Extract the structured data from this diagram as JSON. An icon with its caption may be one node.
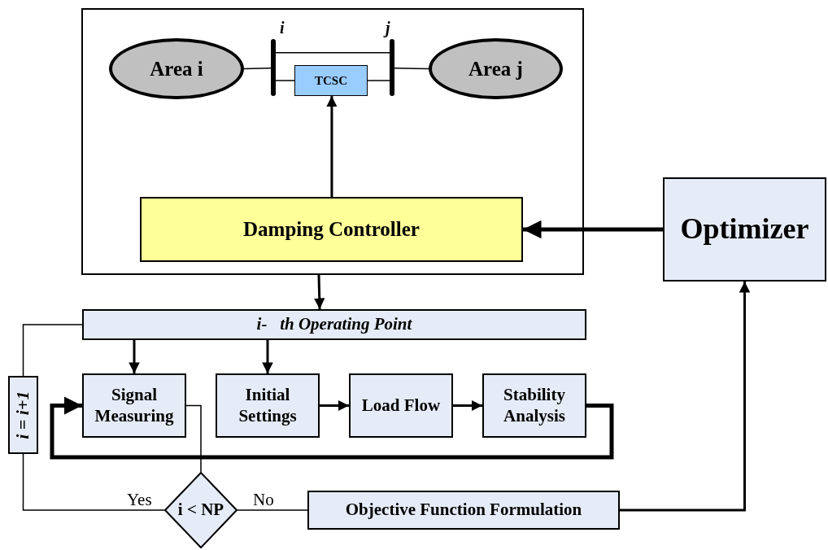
{
  "diagram": {
    "nodes": [
      {
        "text": [],
        "shape": "box"
      },
      {
        "text": [
          "Area i"
        ],
        "in": 0
      },
      {
        "text": [],
        "shape": "bar",
        "beside": [
          "i"
        ],
        "in": 0
      },
      {
        "text": [
          "TCSC"
        ],
        "in": 0
      },
      {
        "text": [],
        "shape": "bar",
        "beside": [
          "j"
        ],
        "in": 0
      },
      {
        "text": [
          "Area j"
        ],
        "in": 0
      },
      {
        "text": [
          "Damping Controller"
        ],
        "in": 0
      },
      {
        "text": [
          "Optimizer"
        ]
      },
      {
        "text": [
          "i-   th Operating Point"
        ]
      },
      {
        "text": [
          "i = i+1"
        ]
      },
      {
        "text": [
          "Signal Measuring"
        ]
      },
      {
        "text": [
          "Initial Settings"
        ]
      },
      {
        "text": [
          "Load Flow"
        ]
      },
      {
        "text": [
          "Stability Analysis"
        ]
      },
      {
        "text": [
          "i < NP"
        ]
      },
      {
        "text": [
          "Objective Function Formulation"
        ]
      }
    ],
    "edges": [
      {
        "from": 1,
        "to": 2,
        "arrow": "none"
      },
      {
        "from": 2,
        "to": 4,
        "arrow": "none"
      },
      {
        "from": 2,
        "to": 3,
        "arrow": "none"
      },
      {
        "from": 3,
        "to": 4,
        "arrow": "none"
      },
      {
        "from": 4,
        "to": 5,
        "arrow": "none"
      },
      {
        "from": 6,
        "to": 3,
        "arrow": "to"
      },
      {
        "from": 7,
        "to": 6,
        "arrow": "to",
        "style": "thick"
      },
      {
        "from": 0,
        "to": 8,
        "arrow": "to"
      },
      {
        "from": 8,
        "to": 10,
        "arrow": "to"
      },
      {
        "from": 8,
        "to": 11,
        "arrow": "to"
      },
      {
        "from": 11,
        "to": 12,
        "arrow": "to"
      },
      {
        "from": 12,
        "to": 13,
        "arrow": "to"
      },
      {
        "from": 13,
        "to": 10,
        "arrow": "to",
        "style": "thick"
      },
      {
        "from": 10,
        "to": 14,
        "arrow": "none"
      },
      {
        "from": 14,
        "to": 9,
        "arrow": "none",
        "label": "Yes"
      },
      {
        "from": 9,
        "to": 8,
        "arrow": "none"
      },
      {
        "from": 14,
        "to": 15,
        "arrow": "none",
        "label": "No"
      },
      {
        "from": 15,
        "to": 7,
        "arrow": "to"
      }
    ]
  }
}
